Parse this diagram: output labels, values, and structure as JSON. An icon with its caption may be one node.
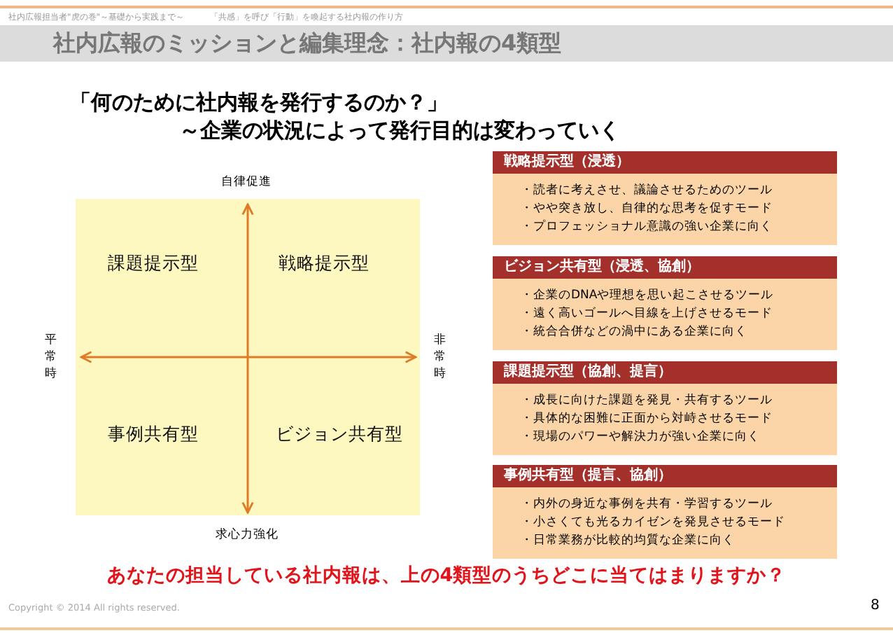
{
  "diagram": {
    "title": "社内広報のミッションと編集理念：社内報の4類型",
    "nodes": [
      {
        "text": [
          "課題提示型",
          "戦略提示型",
          "事例共有型",
          "ビジョン共有型"
        ]
      },
      {
        "text": [
          "戦略提示型（浸透）",
          "・読者に考えさせ、議論させるためのツール",
          "・やや突き放し、自律的な思考を促すモード",
          "・プロフェッショナル意識の強い企業に向く"
        ]
      },
      {
        "text": [
          "ビジョン共有型（浸透、協創）",
          "・企業のDNAや理想を思い起こさせるツール",
          "・遠く高いゴールへ目線を上げさせるモード",
          "・統合合併などの渦中にある企業に向く"
        ]
      },
      {
        "text": [
          "課題提示型（協創、提言）",
          "・成長に向けた課題を発見・共有するツール",
          "・具体的な困難に正面から対峙させるモード",
          "・現場のパワーや解決力が強い企業に向く"
        ]
      },
      {
        "text": [
          "事例共有型（提言、協創）",
          "・内外の身近な事例を共有・学習するツール",
          "・小さくても光るカイゼンを発見させるモード",
          "・日常業務が比較的均質な企業に向く"
        ]
      }
    ],
    "edges": [],
    "labels": [
      "社内広報担当者\"虎の巻\"～基礎から実践まで～",
      "「共感」を呼び「行動」を喚起する社内報の作り方",
      "「何のために社内報を発行するのか？」",
      "～企業の状況によって発行目的は変わっていく",
      "自律促進",
      "平常時",
      "非常時",
      "求心力強化",
      "あなたの担当している社内報は、上の4類型のうちどこに当てはまりますか？",
      "Copyright © 2014 All rights reserved.",
      "8"
    ]
  }
}
